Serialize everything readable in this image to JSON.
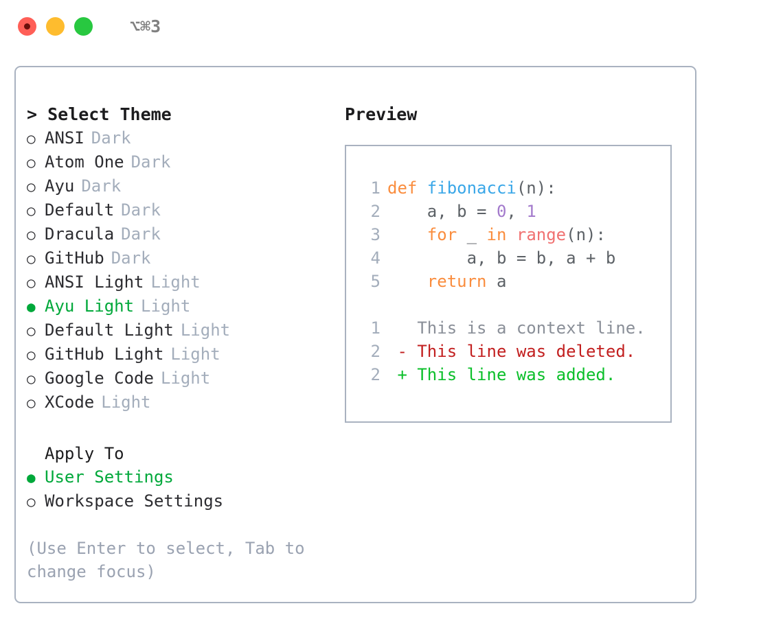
{
  "window": {
    "traffic_lights": [
      "close-red",
      "minimize-yellow",
      "maximize-green"
    ],
    "shortcut_label": "⌥⌘3"
  },
  "theme_picker": {
    "heading": "> Select Theme",
    "marker_selected": "●",
    "marker_unselected": "○",
    "accent_color": "#00a83a",
    "items": [
      {
        "label": "ANSI",
        "variant": "Dark",
        "selected": false
      },
      {
        "label": "Atom One",
        "variant": "Dark",
        "selected": false
      },
      {
        "label": "Ayu",
        "variant": "Dark",
        "selected": false
      },
      {
        "label": "Default",
        "variant": "Dark",
        "selected": false
      },
      {
        "label": "Dracula",
        "variant": "Dark",
        "selected": false
      },
      {
        "label": "GitHub",
        "variant": "Dark",
        "selected": false
      },
      {
        "label": "ANSI Light",
        "variant": "Light",
        "selected": false
      },
      {
        "label": "Ayu Light",
        "variant": "Light",
        "selected": true
      },
      {
        "label": "Default Light",
        "variant": "Light",
        "selected": false
      },
      {
        "label": "GitHub Light",
        "variant": "Light",
        "selected": false
      },
      {
        "label": "Google Code",
        "variant": "Light",
        "selected": false
      },
      {
        "label": "XCode",
        "variant": "Light",
        "selected": false
      }
    ]
  },
  "apply_to": {
    "heading": "Apply To",
    "items": [
      {
        "label": "User Settings",
        "selected": true
      },
      {
        "label": "Workspace Settings",
        "selected": false
      }
    ]
  },
  "hint": "(Use Enter to select, Tab to change focus)",
  "preview": {
    "heading": "Preview",
    "code_lines": [
      {
        "number": "1",
        "tokens": [
          {
            "text": "def ",
            "type": "kw"
          },
          {
            "text": "fibonacci",
            "type": "fn"
          },
          {
            "text": "(n):",
            "type": "plain"
          }
        ]
      },
      {
        "number": "2",
        "tokens": [
          {
            "text": "    a, b = ",
            "type": "plain"
          },
          {
            "text": "0",
            "type": "num"
          },
          {
            "text": ", ",
            "type": "plain"
          },
          {
            "text": "1",
            "type": "num"
          }
        ]
      },
      {
        "number": "3",
        "tokens": [
          {
            "text": "    ",
            "type": "plain"
          },
          {
            "text": "for",
            "type": "kw"
          },
          {
            "text": " _ ",
            "type": "plain"
          },
          {
            "text": "in",
            "type": "kw"
          },
          {
            "text": " ",
            "type": "plain"
          },
          {
            "text": "range",
            "type": "call"
          },
          {
            "text": "(n):",
            "type": "plain"
          }
        ]
      },
      {
        "number": "4",
        "tokens": [
          {
            "text": "        a, b = b, a + b",
            "type": "plain"
          }
        ]
      },
      {
        "number": "5",
        "tokens": [
          {
            "text": "    ",
            "type": "plain"
          },
          {
            "text": "return",
            "type": "kw"
          },
          {
            "text": " a",
            "type": "plain"
          }
        ]
      }
    ],
    "diff_lines": [
      {
        "number": "1",
        "marker": " ",
        "text": "This is a context line.",
        "kind": "context"
      },
      {
        "number": "2",
        "marker": "-",
        "text": "This line was deleted.",
        "kind": "deleted"
      },
      {
        "number": "2",
        "marker": "+",
        "text": "This line was added.",
        "kind": "added"
      }
    ]
  }
}
